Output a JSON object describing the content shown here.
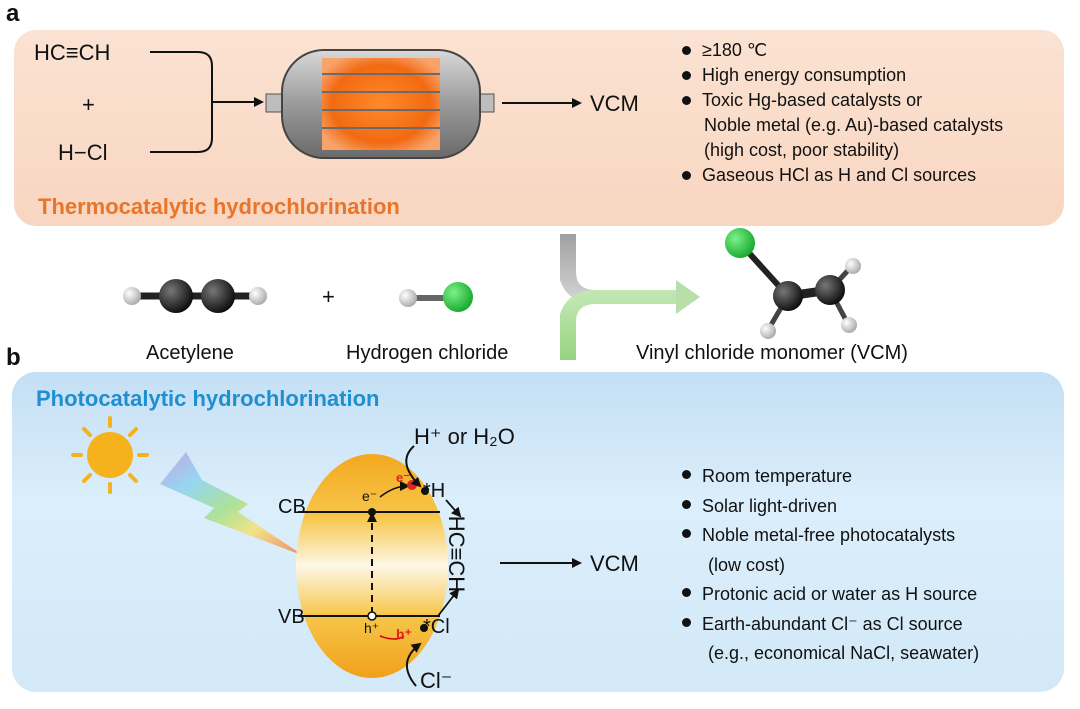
{
  "panel_a": {
    "label": "a",
    "title": "Thermocatalytic hydrochlorination",
    "reactant1": "HC≡CH",
    "plus": "+",
    "reactant2": "H−Cl",
    "product": "VCM",
    "bullets": [
      {
        "first": "≥180 ℃",
        "rest": []
      },
      {
        "first": "High energy consumption",
        "rest": []
      },
      {
        "first": "Toxic Hg-based catalysts or",
        "rest": [
          "Noble metal (e.g. Au)-based catalysts",
          "(high cost, poor stability)"
        ]
      },
      {
        "first": "Gaseous HCl as H and Cl sources",
        "rest": []
      }
    ]
  },
  "middle": {
    "plus": "+",
    "acetylene": "Acetylene",
    "hcl": "Hydrogen chloride",
    "vcm": "Vinyl chloride monomer (VCM)"
  },
  "panel_b": {
    "label": "b",
    "title": "Photocatalytic hydrochlorination",
    "h_source": "H⁺ or H₂O",
    "cb": "CB",
    "vb": "VB",
    "electron": "e⁻",
    "electron_red": "e⁻",
    "hole": "h⁺",
    "hole_red": "h⁺",
    "h_radical": "*H",
    "cl_radical": "*Cl",
    "acetylene_vertical": "HC≡CH",
    "chloride": "Cl⁻",
    "product": "VCM",
    "bullets": [
      {
        "first": "Room temperature",
        "rest": []
      },
      {
        "first": "Solar light-driven",
        "rest": []
      },
      {
        "first": "Noble metal-free photocatalysts",
        "rest": [
          "(low cost)"
        ]
      },
      {
        "first": "Protonic acid or water as H source",
        "rest": []
      },
      {
        "first": "Earth-abundant Cl⁻ as Cl source",
        "rest": [
          "(e.g., economical NaCl, seawater)"
        ]
      }
    ]
  }
}
